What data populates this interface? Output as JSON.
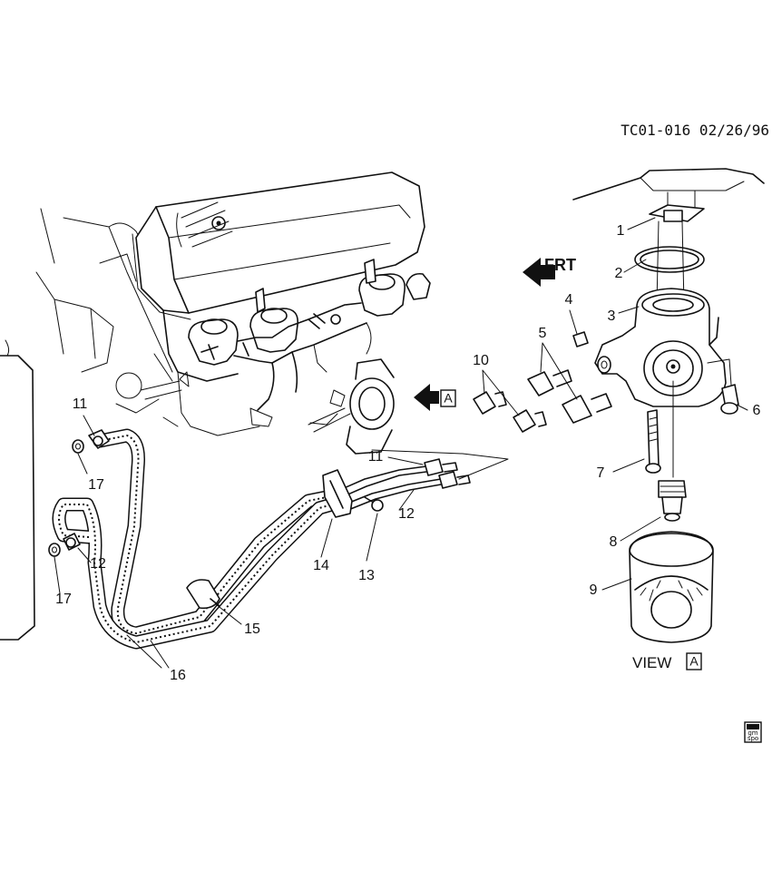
{
  "reference": "TC01-016 02/26/96",
  "direction_label": "FRT",
  "view_callout_box": "A",
  "view_caption": {
    "word": "VIEW",
    "letter": "A"
  },
  "callouts": {
    "c1": "1",
    "c2": "2",
    "c3": "3",
    "c4": "4",
    "c5": "5",
    "c6": "6",
    "c7": "7",
    "c8": "8",
    "c9": "9",
    "c10": "10",
    "c11a": "11",
    "c11b": "11",
    "c12a": "12",
    "c12b": "12",
    "c13": "13",
    "c14": "14",
    "c15": "15",
    "c16": "16",
    "c17a": "17",
    "c17b": "17"
  },
  "gm_logo": {
    "top": "gm",
    "bottom": "spo"
  },
  "icons": [
    "frt-arrow-icon",
    "view-a-arrow-icon",
    "gm-spo-logo-icon"
  ]
}
